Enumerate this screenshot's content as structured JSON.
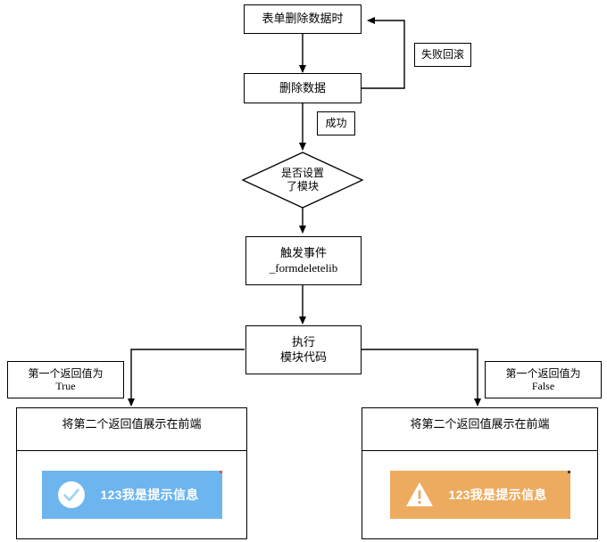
{
  "diagram": {
    "title": "form delete data flow",
    "nodes": {
      "start": {
        "text": "表单删除数据时"
      },
      "delete_data": {
        "text": "删除数据"
      },
      "decision": {
        "line1": "是否设置",
        "line2": "了模块"
      },
      "trigger_event": {
        "line1": "触发事件",
        "line2": "_formdeletelib"
      },
      "exec_module": {
        "line1": "执行",
        "line2": "模块代码"
      }
    },
    "edge_labels": {
      "rollback": "失败回滚",
      "success": "成功",
      "first_return_true": {
        "line1": "第一个返回值为",
        "line2": "True"
      },
      "first_return_false": {
        "line1": "第一个返回值为",
        "line2": "False"
      }
    },
    "panels": {
      "left": {
        "header": "将第二个返回值展示在前端",
        "toast": {
          "text": "123我是提示信息",
          "icon": "check-circle-icon",
          "bg_color": "#6db5ef",
          "icon_color": "#ffffff",
          "text_color": "#ffffff"
        }
      },
      "right": {
        "header": "将第二个返回值展示在前端",
        "toast": {
          "text": "123我是提示信息",
          "icon": "warning-triangle-icon",
          "bg_color": "#edab60",
          "icon_color": "#ffffff",
          "text_color": "#ffffff"
        }
      }
    },
    "colors": {
      "stroke": "#000000",
      "background": "#ffffff"
    }
  }
}
